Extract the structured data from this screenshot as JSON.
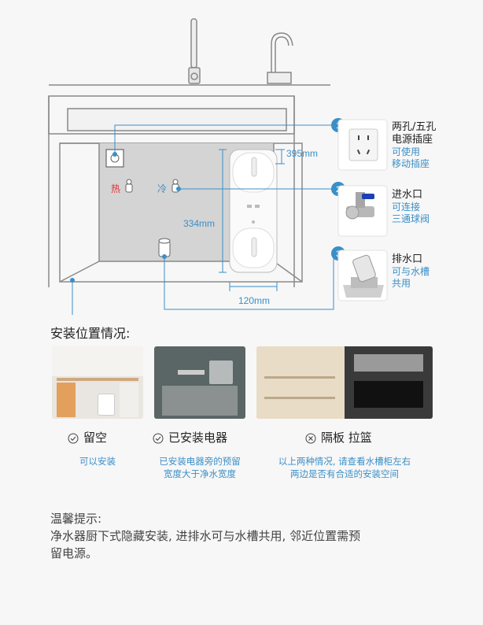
{
  "diagram": {
    "dim_top": "395mm",
    "dim_height": "334mm",
    "dim_width": "120mm",
    "hot_label": "热",
    "cold_label": "冷",
    "colors": {
      "accent": "#3a8fc7",
      "cabinet": "#999999",
      "wall": "#d4d4d4"
    }
  },
  "callouts": [
    {
      "num": "1",
      "title": [
        "两孔/五孔",
        "电源插座"
      ],
      "sub": [
        "可使用",
        "移动插座"
      ]
    },
    {
      "num": "2",
      "title": [
        "进水口"
      ],
      "sub": [
        "可连接",
        "三通球阀"
      ]
    },
    {
      "num": "3",
      "title": [
        "排水口"
      ],
      "sub": [
        "可与水槽",
        "共用"
      ]
    }
  ],
  "section_title": "安装位置情况:",
  "options": [
    {
      "icon": "check-circle-icon",
      "label": "留空",
      "note": [
        "可以安装"
      ]
    },
    {
      "icon": "check-circle-icon",
      "label": "已安装电器",
      "note": [
        "已安装电器旁的预留",
        "宽度大于净水宽度"
      ]
    },
    {
      "icon": "cross-circle-icon",
      "label": "隔板 拉篮",
      "note": [
        "以上两种情况, 请查看水槽柜左右",
        "两边是否有合适的安装空间"
      ]
    }
  ],
  "tip": {
    "heading": "温馨提示:",
    "lines": [
      "净水器厨下式隐藏安装, 进排水可与水槽共用, 邻近位置需预",
      "留电源。"
    ]
  }
}
